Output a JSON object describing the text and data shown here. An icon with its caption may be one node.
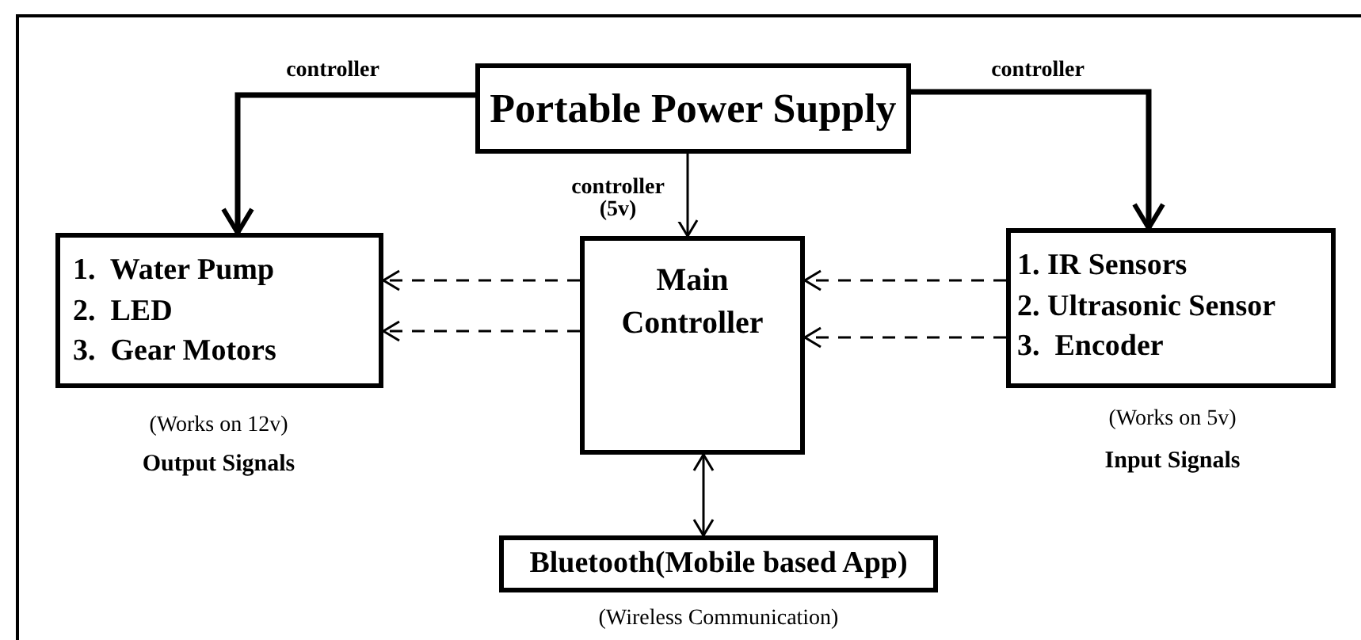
{
  "diagram": {
    "nodes": [
      {
        "text": [
          "Portable Power Supply"
        ]
      },
      {
        "text": [
          "1.  Water Pump",
          "2.  LED",
          "3.  Gear Motors"
        ],
        "beside": [
          "(Works on 12v)",
          "Output Signals"
        ]
      },
      {
        "text": [
          "Main Controller"
        ]
      },
      {
        "text": [
          "1. IR Sensors",
          "2. Ultrasonic Sensor",
          "3.  Encoder"
        ],
        "beside": [
          "(Works on 5v)",
          "Input Signals"
        ]
      },
      {
        "text": [
          "Bluetooth(Mobile based App)"
        ],
        "beside": [
          "(Wireless Communication)"
        ]
      }
    ],
    "edges": [
      {
        "from": 0,
        "to": 1,
        "arrow": "to",
        "label": "controller",
        "style": "thick"
      },
      {
        "from": 0,
        "to": 3,
        "arrow": "to",
        "label": "controller",
        "style": "thick"
      },
      {
        "from": 0,
        "to": 2,
        "arrow": "to",
        "label": "controller (5v)"
      },
      {
        "from": 2,
        "to": 1,
        "arrow": "to",
        "style": "dashed"
      },
      {
        "from": 2,
        "to": 1,
        "arrow": "to",
        "style": "dashed"
      },
      {
        "from": 3,
        "to": 2,
        "arrow": "to",
        "style": "dashed"
      },
      {
        "from": 3,
        "to": 2,
        "arrow": "to",
        "style": "dashed"
      },
      {
        "from": 2,
        "to": 4,
        "arrow": "both"
      }
    ]
  }
}
